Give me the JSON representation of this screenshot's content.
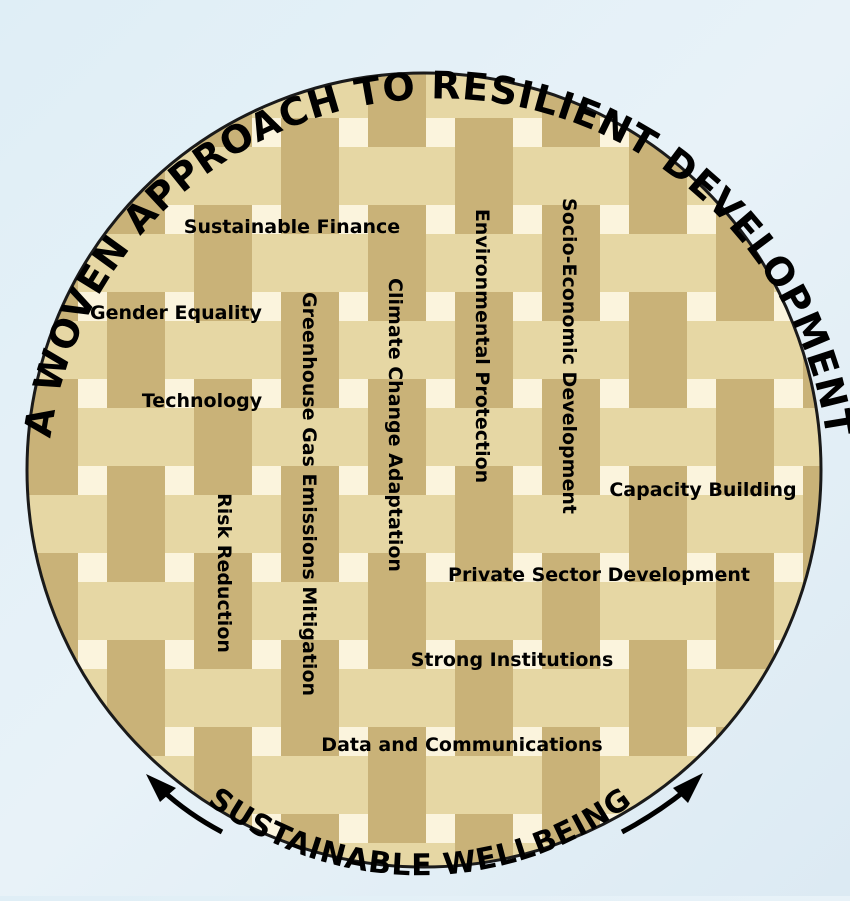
{
  "title": "A WOVEN APPROACH TO RESILIENT DEVELOPMENT",
  "footer": "SUSTAINABLE WELLBEING",
  "labels": {
    "sustainable_finance": "Sustainable Finance",
    "gender_equality": "Gender Equality",
    "technology": "Technology",
    "capacity_building": "Capacity Building",
    "private_sector": "Private Sector Development",
    "strong_institutions": "Strong Institutions",
    "data_communications": "Data and Communications",
    "risk_reduction": "Risk Reduction",
    "ghg_mitigation": "Greenhouse Gas Emissions Mitigation",
    "climate_adaptation": "Climate Change Adaptation",
    "environmental_protection": "Environmental Protection",
    "socio_economic": "Socio-Economic Development"
  },
  "colors": {
    "vertical_strand": "#c9b278",
    "horizontal_strand": "#e6d7a4",
    "gap": "#fbf4dd",
    "background": "#e4f0f7"
  }
}
